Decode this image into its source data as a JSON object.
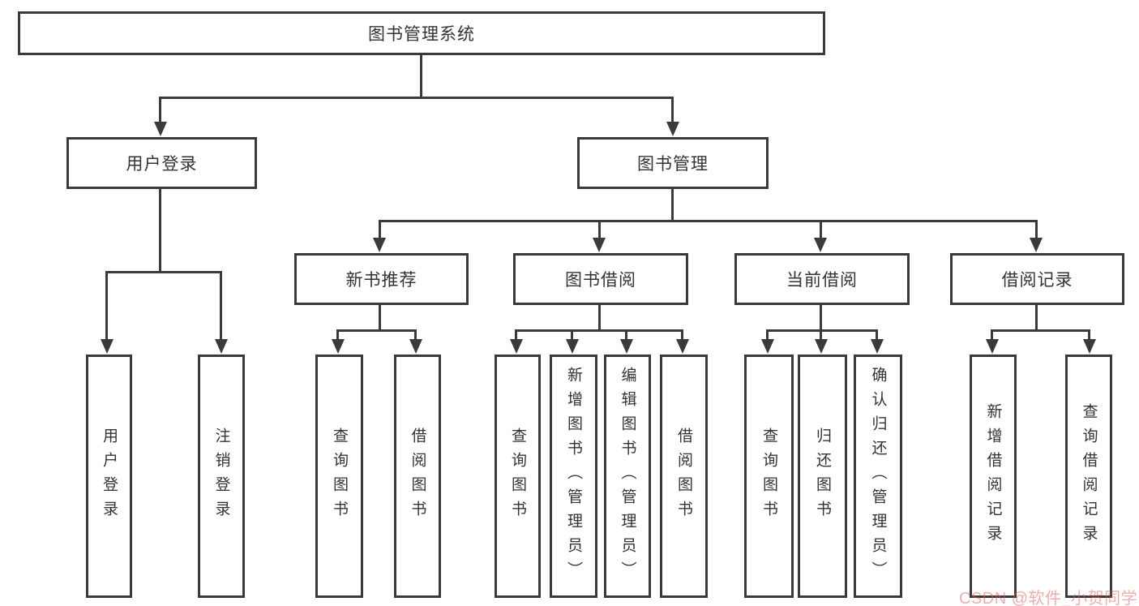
{
  "diagram": {
    "type": "functional-structure-tree",
    "orientation": "top-down"
  },
  "colors": {
    "line": "#3a3a3a",
    "box_border": "#3a3a3a",
    "box_fill": "#ffffff",
    "text": "#333333",
    "watermark": "#e45a5a",
    "background": "#ffffff"
  },
  "nodes": {
    "root": {
      "label": "图书管理系统"
    },
    "user_login": {
      "label": "用户登录"
    },
    "book_mgmt": {
      "label": "图书管理"
    },
    "new_book_rec": {
      "label": "新书推荐"
    },
    "book_borrow": {
      "label": "图书借阅"
    },
    "current_borrow": {
      "label": "当前借阅"
    },
    "borrow_record": {
      "label": "借阅记录"
    },
    "leaf_user_login": {
      "label": "用户登录"
    },
    "leaf_user_logout": {
      "label": "注销登录"
    },
    "leaf_nb_query": {
      "label": "查询图书"
    },
    "leaf_nb_borrow": {
      "label": "借阅图书"
    },
    "leaf_bb_query": {
      "label": "查询图书"
    },
    "leaf_bb_add": {
      "label": "新增图书（管理员）"
    },
    "leaf_bb_edit": {
      "label": "编辑图书（管理员）"
    },
    "leaf_bb_borrow": {
      "label": "借阅图书"
    },
    "leaf_cb_query": {
      "label": "查询图书"
    },
    "leaf_cb_return": {
      "label": "归还图书"
    },
    "leaf_cb_confirm": {
      "label": "确认归还（管理员）"
    },
    "leaf_br_add": {
      "label": "新增借阅记录"
    },
    "leaf_br_query": {
      "label": "查询借阅记录"
    }
  },
  "edges": [
    [
      "root",
      "user_login"
    ],
    [
      "root",
      "book_mgmt"
    ],
    [
      "user_login",
      "leaf_user_login"
    ],
    [
      "user_login",
      "leaf_user_logout"
    ],
    [
      "book_mgmt",
      "new_book_rec"
    ],
    [
      "book_mgmt",
      "book_borrow"
    ],
    [
      "book_mgmt",
      "current_borrow"
    ],
    [
      "book_mgmt",
      "borrow_record"
    ],
    [
      "new_book_rec",
      "leaf_nb_query"
    ],
    [
      "new_book_rec",
      "leaf_nb_borrow"
    ],
    [
      "book_borrow",
      "leaf_bb_query"
    ],
    [
      "book_borrow",
      "leaf_bb_add"
    ],
    [
      "book_borrow",
      "leaf_bb_edit"
    ],
    [
      "book_borrow",
      "leaf_bb_borrow"
    ],
    [
      "current_borrow",
      "leaf_cb_query"
    ],
    [
      "current_borrow",
      "leaf_cb_return"
    ],
    [
      "current_borrow",
      "leaf_cb_confirm"
    ],
    [
      "borrow_record",
      "leaf_br_add"
    ],
    [
      "borrow_record",
      "leaf_br_query"
    ]
  ],
  "watermark": {
    "text": "CSDN @软件_小贺同学"
  }
}
